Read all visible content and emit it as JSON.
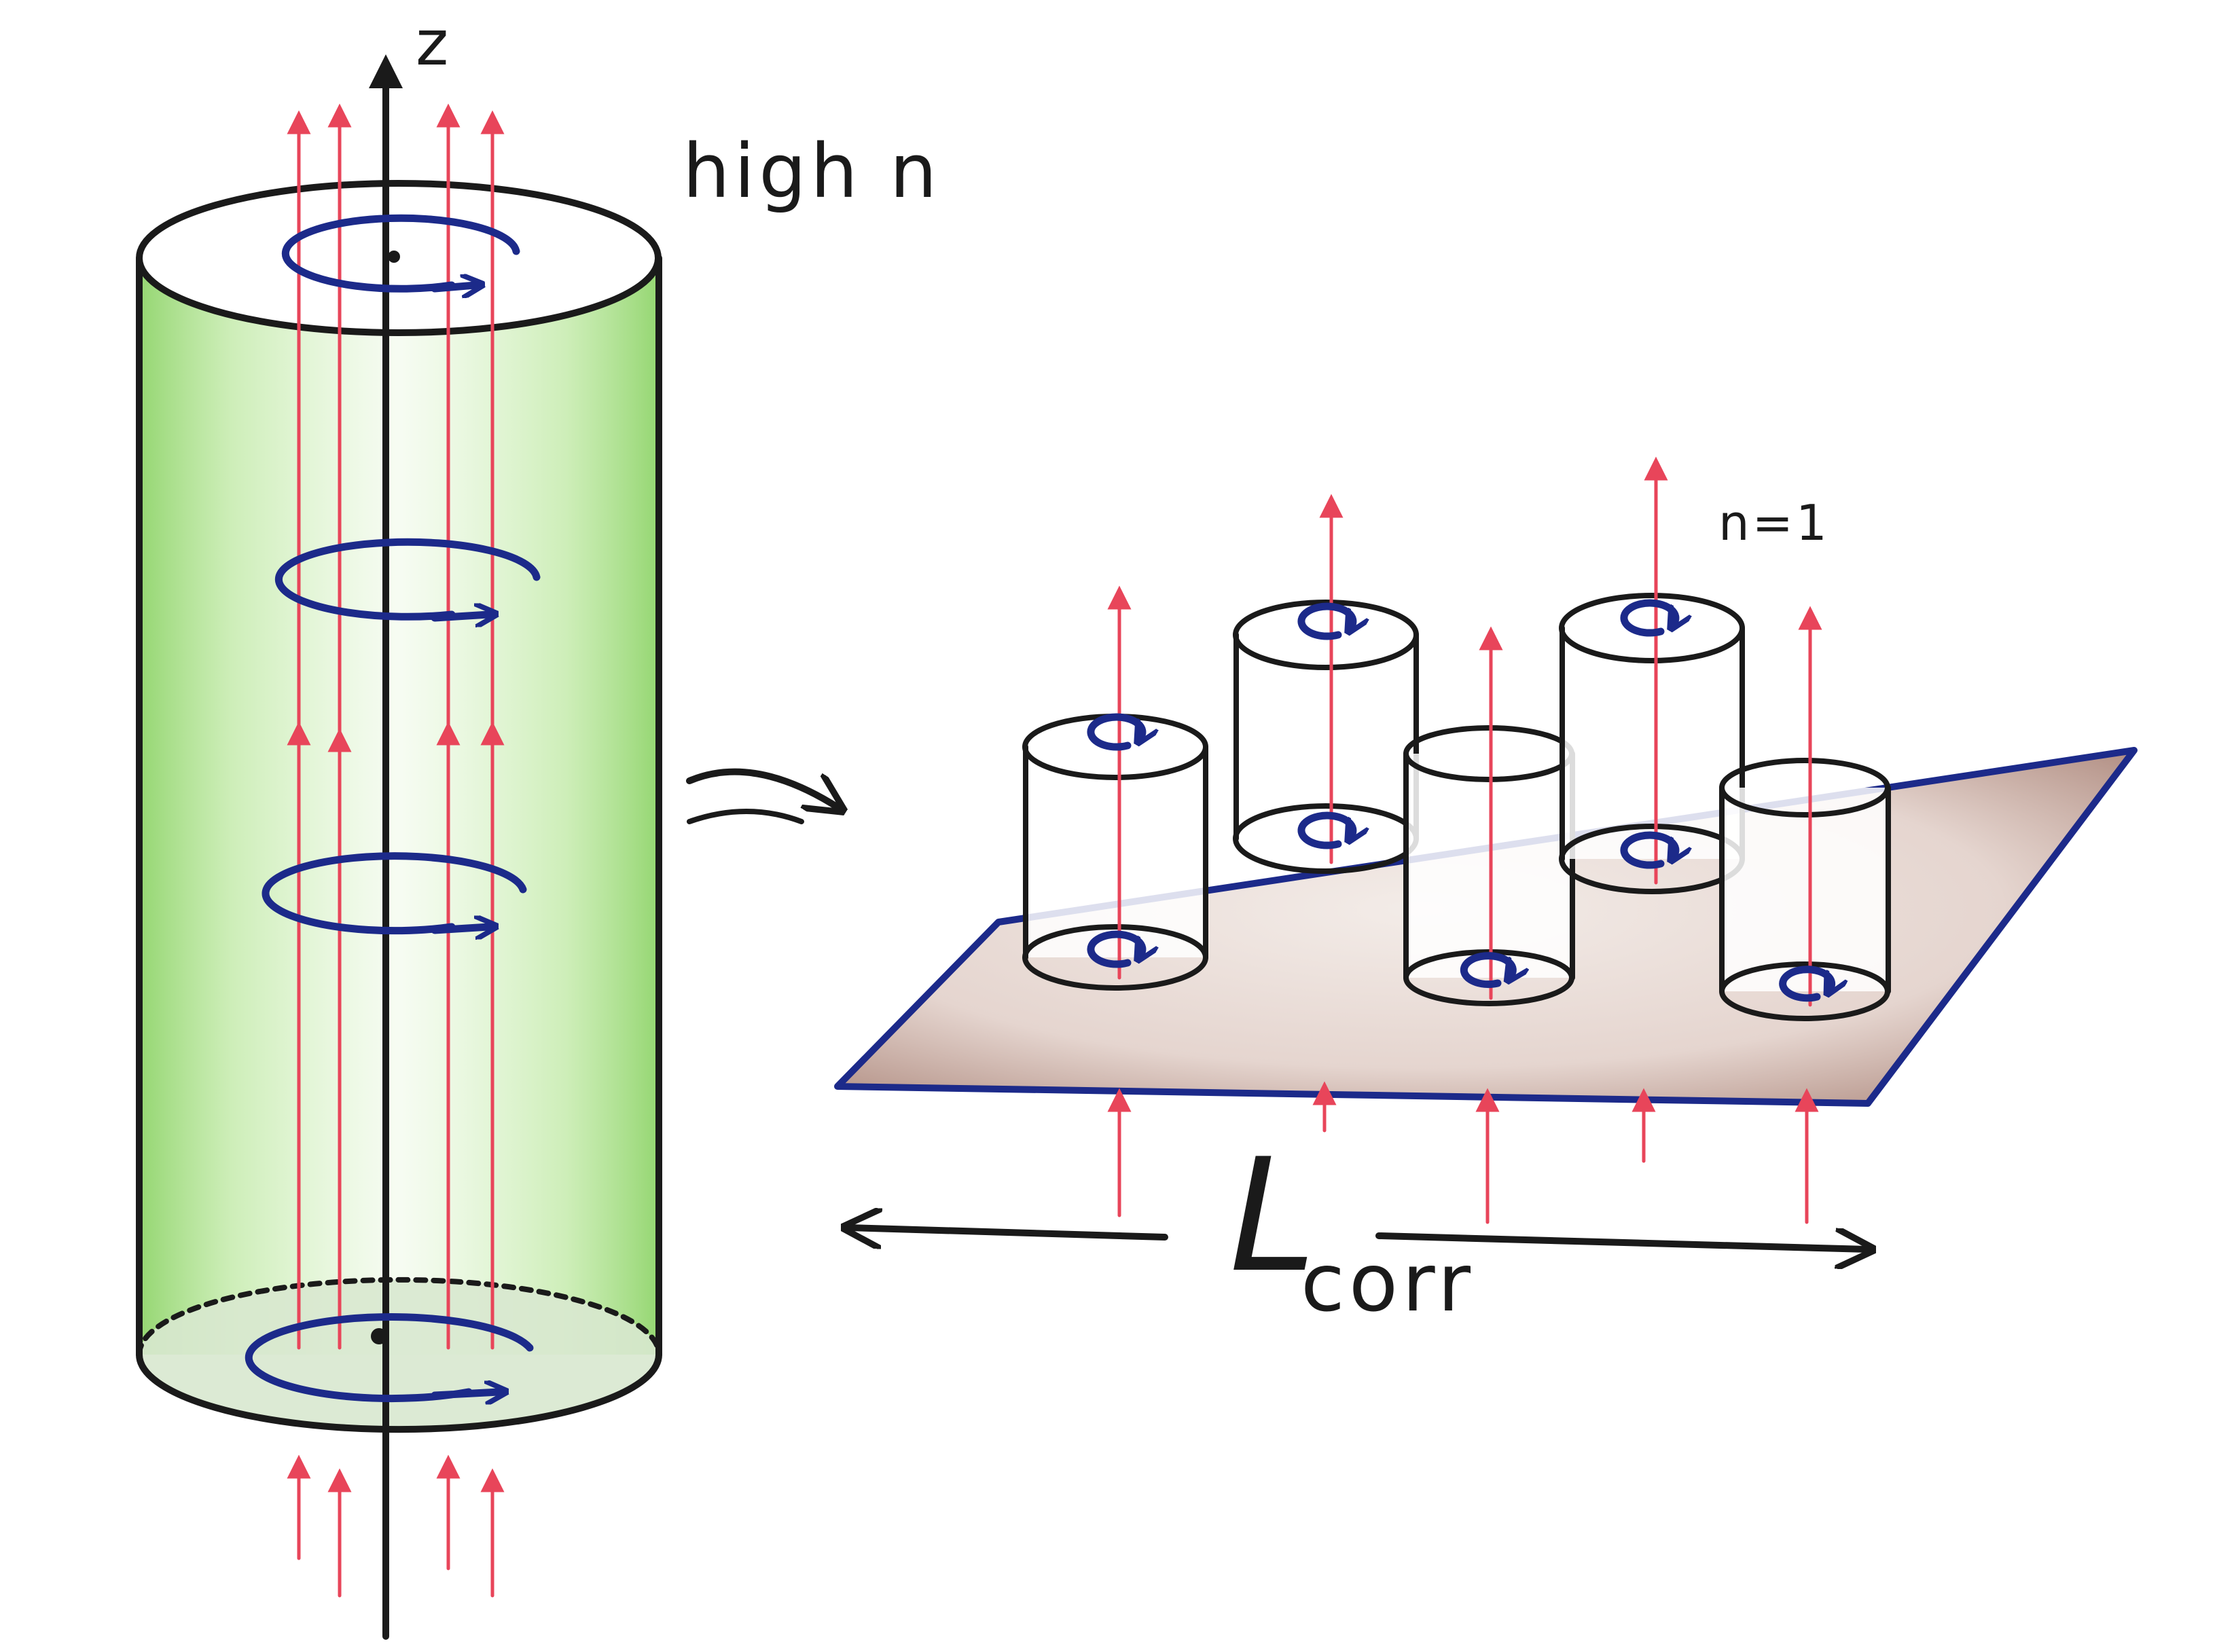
{
  "labels": {
    "axis_z": "z",
    "high_n": "high n",
    "n_equals_1": "n=1",
    "L_symbol": "L",
    "corr_subscript": "corr"
  },
  "colors": {
    "field_line": "#e8455a",
    "vortex_circulation": "#1c2a8a",
    "cylinder_fill": "#8fd46a",
    "plane_edge": "#1c2a8a",
    "plane_shade": "#b78a7a",
    "outline": "#1a1a1a"
  },
  "icons": [
    "arrow-right-curved-icon",
    "double-headed-arrow-icon"
  ]
}
